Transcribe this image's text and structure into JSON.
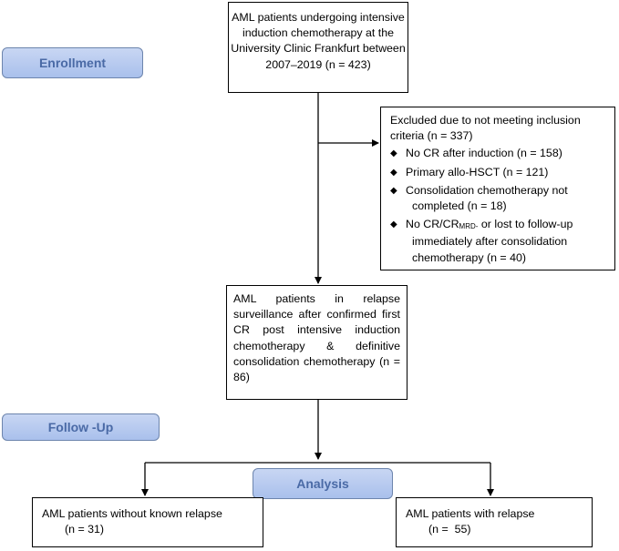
{
  "stages": {
    "enrollment": "Enrollment",
    "follow_up": "Follow -Up",
    "analysis": "Analysis"
  },
  "enrollment_box": {
    "text": "AML patients undergoing intensive induction chemotherapy at the University Clinic Frankfurt between 2007–2019 (n = 423)"
  },
  "exclusion_box": {
    "heading": "Excluded due to not meeting inclusion criteria (n = 337)",
    "items": {
      "no_cr": "No CR after induction (n = 158)",
      "primary_hsct": "Primary allo-HSCT (n = 121)",
      "consolidation_1": "Consolidation chemotherapy not",
      "consolidation_2": "completed (n = 18)",
      "lost_pre": "No CR/CR",
      "lost_sub": "MRD-",
      "lost_post": " or lost to follow-up",
      "lost_2": "immediately after consolidation",
      "lost_3": "chemotherapy (n = 40)"
    }
  },
  "surveillance_box": {
    "text": "AML patients in relapse surveillance after confirmed first CR post intensive induction chemotherapy & definitive consolidation chemotherapy (n = 86)"
  },
  "outcome_left": {
    "line1": "AML patients without known relapse",
    "line2": "(n = 31)"
  },
  "outcome_right": {
    "line1": "AML patients with relapse",
    "line2": "(n =  55)"
  },
  "colors": {
    "stage_fill_top": "#c8d6f3",
    "stage_fill_bottom": "#a9c0ec",
    "stage_text": "#4a6aa6",
    "stage_border": "#6d85ad",
    "line": "#000000"
  },
  "icons": {
    "bullet": "diamond-bullet-icon"
  }
}
